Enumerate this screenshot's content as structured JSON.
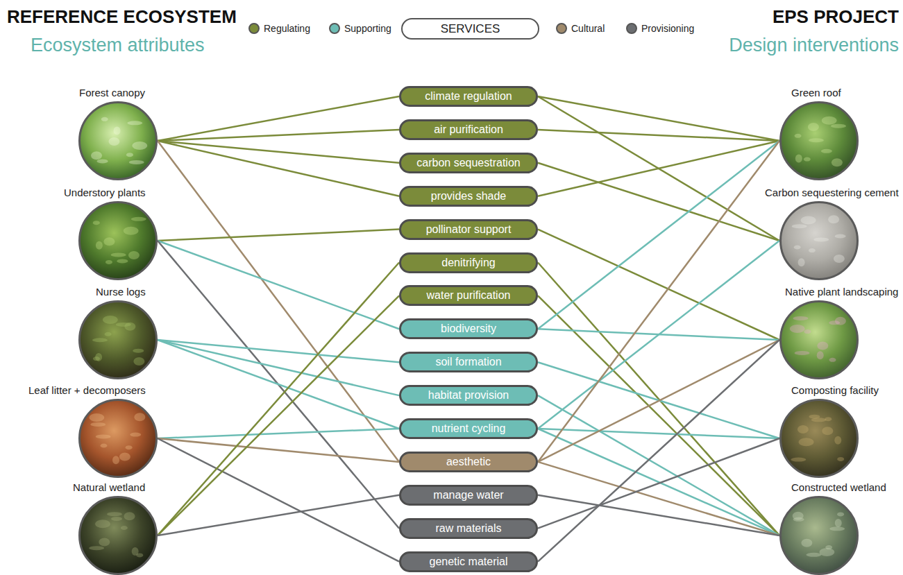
{
  "diagram": {
    "nodes": [
      {
        "text": [
          "SERVICES"
        ]
      },
      {
        "text": [
          "Forest canopy"
        ]
      },
      {
        "text": [
          "Understory plants"
        ]
      },
      {
        "text": [
          "Nurse logs"
        ]
      },
      {
        "text": [
          "Leaf litter + decomposers"
        ]
      },
      {
        "text": [
          "Natural wetland"
        ]
      },
      {
        "text": [
          "climate regulation"
        ]
      },
      {
        "text": [
          "air purification"
        ]
      },
      {
        "text": [
          "carbon sequestration"
        ]
      },
      {
        "text": [
          "provides shade"
        ]
      },
      {
        "text": [
          "pollinator support"
        ]
      },
      {
        "text": [
          "denitrifying"
        ]
      },
      {
        "text": [
          "water purification"
        ]
      },
      {
        "text": [
          "biodiversity"
        ]
      },
      {
        "text": [
          "soil formation"
        ]
      },
      {
        "text": [
          "habitat provision"
        ]
      },
      {
        "text": [
          "nutrient cycling"
        ]
      },
      {
        "text": [
          "aesthetic"
        ]
      },
      {
        "text": [
          "manage water"
        ]
      },
      {
        "text": [
          "raw materials"
        ]
      },
      {
        "text": [
          "genetic material"
        ]
      },
      {
        "text": [
          "Green roof"
        ]
      },
      {
        "text": [
          "Carbon sequestering cement"
        ]
      },
      {
        "text": [
          "Native plant landscaping"
        ]
      },
      {
        "text": [
          "Composting facility"
        ]
      },
      {
        "text": [
          "Constructed wetland"
        ]
      }
    ],
    "edges": [
      {
        "from": 1,
        "to": 6,
        "arrow": "none"
      },
      {
        "from": 1,
        "to": 7,
        "arrow": "none"
      },
      {
        "from": 1,
        "to": 8,
        "arrow": "none"
      },
      {
        "from": 1,
        "to": 9,
        "arrow": "none"
      },
      {
        "from": 1,
        "to": 17,
        "arrow": "none"
      },
      {
        "from": 2,
        "to": 10,
        "arrow": "none"
      },
      {
        "from": 2,
        "to": 13,
        "arrow": "none"
      },
      {
        "from": 2,
        "to": 19,
        "arrow": "none"
      },
      {
        "from": 3,
        "to": 14,
        "arrow": "none"
      },
      {
        "from": 3,
        "to": 15,
        "arrow": "none"
      },
      {
        "from": 3,
        "to": 16,
        "arrow": "none"
      },
      {
        "from": 4,
        "to": 16,
        "arrow": "none"
      },
      {
        "from": 4,
        "to": 17,
        "arrow": "none"
      },
      {
        "from": 4,
        "to": 20,
        "arrow": "none"
      },
      {
        "from": 5,
        "to": 11,
        "arrow": "none"
      },
      {
        "from": 5,
        "to": 12,
        "arrow": "none"
      },
      {
        "from": 5,
        "to": 18,
        "arrow": "none"
      },
      {
        "from": 6,
        "to": 21,
        "arrow": "none"
      },
      {
        "from": 6,
        "to": 22,
        "arrow": "none"
      },
      {
        "from": 7,
        "to": 21,
        "arrow": "none"
      },
      {
        "from": 8,
        "to": 22,
        "arrow": "none"
      },
      {
        "from": 9,
        "to": 21,
        "arrow": "none"
      },
      {
        "from": 10,
        "to": 23,
        "arrow": "none"
      },
      {
        "from": 11,
        "to": 25,
        "arrow": "none"
      },
      {
        "from": 12,
        "to": 25,
        "arrow": "none"
      },
      {
        "from": 13,
        "to": 21,
        "arrow": "none"
      },
      {
        "from": 13,
        "to": 23,
        "arrow": "none"
      },
      {
        "from": 14,
        "to": 24,
        "arrow": "none"
      },
      {
        "from": 15,
        "to": 25,
        "arrow": "none"
      },
      {
        "from": 16,
        "to": 22,
        "arrow": "none"
      },
      {
        "from": 16,
        "to": 24,
        "arrow": "none"
      },
      {
        "from": 16,
        "to": 25,
        "arrow": "none"
      },
      {
        "from": 17,
        "to": 21,
        "arrow": "none"
      },
      {
        "from": 17,
        "to": 23,
        "arrow": "none"
      },
      {
        "from": 17,
        "to": 25,
        "arrow": "none"
      },
      {
        "from": 18,
        "to": 25,
        "arrow": "none"
      },
      {
        "from": 19,
        "to": 24,
        "arrow": "none"
      },
      {
        "from": 20,
        "to": 23,
        "arrow": "none"
      }
    ],
    "labels": [
      "REFERENCE ECOSYSTEM",
      "Ecosystem attributes",
      "EPS PROJECT",
      "Design interventions"
    ],
    "legend": [
      {
        "text": "Regulating",
        "color": "#7b8b3a"
      },
      {
        "text": "Supporting",
        "color": "#6dbdb5"
      },
      {
        "text": "Cultural",
        "color": "#a08a6c"
      },
      {
        "text": "Provisioning",
        "color": "#6c6e71"
      }
    ]
  }
}
